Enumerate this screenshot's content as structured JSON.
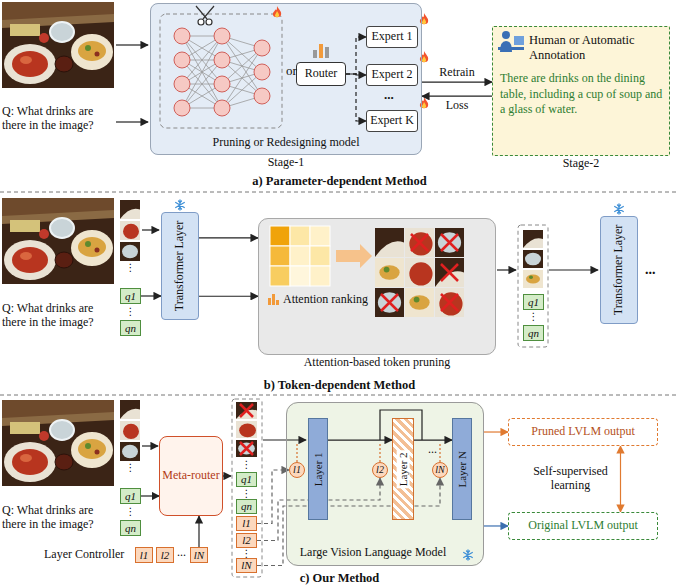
{
  "diagram": {
    "nodes": [
      {
        "text": [
          "Pruning or Redesigning model",
          "Stage-1"
        ]
      },
      {
        "text": [
          "Router"
        ],
        "in": 0
      },
      {
        "text": [
          "Expert 1"
        ],
        "in": 0
      },
      {
        "text": [
          "Expert 2"
        ],
        "in": 0
      },
      {
        "text": [
          "Expert K"
        ],
        "in": 0
      },
      {
        "text": [
          "Human or Automatic Annotation",
          "There are drinks on the dining table, including a cup of soup and a glass of water.",
          "Stage-2"
        ]
      },
      {
        "text": [
          "q1"
        ]
      },
      {
        "text": [
          "qn"
        ]
      },
      {
        "text": [
          "Transformer Layer"
        ]
      },
      {
        "text": [
          "Attention ranking",
          "Attention-based token pruning"
        ]
      },
      {
        "text": [
          "q1"
        ]
      },
      {
        "text": [
          "qn"
        ]
      },
      {
        "text": [
          "Transformer Layer"
        ]
      },
      {
        "text": [
          "q1"
        ]
      },
      {
        "text": [
          "qn"
        ]
      },
      {
        "text": [
          "Meta-router"
        ]
      },
      {
        "text": [
          "l1"
        ]
      },
      {
        "text": [
          "l2"
        ]
      },
      {
        "text": [
          "lN"
        ]
      },
      {
        "text": [
          "q1"
        ]
      },
      {
        "text": [
          "qn"
        ]
      },
      {
        "text": [
          "l1"
        ]
      },
      {
        "text": [
          "l2"
        ]
      },
      {
        "text": [
          "lN"
        ]
      },
      {
        "text": [
          "Large Vision Language Model"
        ]
      },
      {
        "text": [
          "Layer 1"
        ],
        "in": 24
      },
      {
        "text": [
          "Layer 2"
        ],
        "in": 24
      },
      {
        "text": [
          "Layer N"
        ],
        "in": 24
      },
      {
        "text": [
          "l1"
        ],
        "in": 24
      },
      {
        "text": [
          "l2"
        ],
        "in": 24
      },
      {
        "text": [
          "lN"
        ],
        "in": 24
      },
      {
        "text": [
          "Pruned LVLM output"
        ]
      },
      {
        "text": [
          "Original LVLM output"
        ]
      }
    ],
    "edges": [
      {
        "from": 1,
        "to": 2,
        "arrow": "to"
      },
      {
        "from": 1,
        "to": 3,
        "arrow": "to"
      },
      {
        "from": 1,
        "to": 4,
        "arrow": "to"
      },
      {
        "from": 0,
        "to": 5,
        "label": "Retrain",
        "arrow": "to"
      },
      {
        "from": 5,
        "to": 0,
        "label": "Loss",
        "arrow": "to"
      },
      {
        "from": 6,
        "to": 8,
        "arrow": "to"
      },
      {
        "from": 8,
        "to": 9,
        "arrow": "to"
      },
      {
        "from": 8,
        "to": 9,
        "arrow": "to"
      },
      {
        "from": 13,
        "to": 15,
        "arrow": "to"
      },
      {
        "from": 18,
        "to": 15,
        "arrow": "to"
      },
      {
        "from": 21,
        "to": 28,
        "arrow": "to"
      },
      {
        "from": 22,
        "to": 29,
        "arrow": "to"
      },
      {
        "from": 23,
        "to": 30,
        "arrow": "to"
      },
      {
        "from": 25,
        "to": 26,
        "arrow": "to"
      },
      {
        "from": 26,
        "to": 27,
        "arrow": "to"
      },
      {
        "from": 24,
        "to": 31,
        "arrow": "to"
      },
      {
        "from": 24,
        "to": 32,
        "arrow": "to"
      },
      {
        "from": 31,
        "to": 32,
        "label": "Self-supervised learning",
        "arrow": "both"
      }
    ],
    "labels": [
      "Q: What drinks are there in the image?",
      "or",
      "...",
      "a) Parameter-dependent Method",
      "Q: What drinks are there in the image?",
      "⋮",
      "⋮",
      "⋮",
      "...",
      "b) Token-dependent Method",
      "Q: What drinks are there in the image?",
      "⋮",
      "⋮",
      "Layer Controller",
      "...",
      "⋮",
      "⋮",
      "⋮",
      "...",
      "c) Our Method"
    ]
  }
}
